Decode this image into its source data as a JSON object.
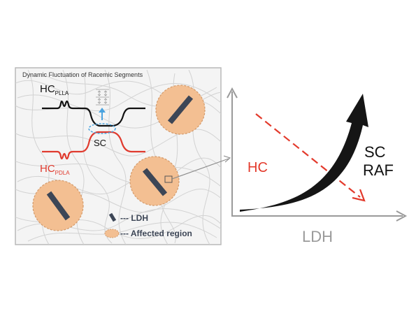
{
  "panel": {
    "title": "Dynamic Fluctuation of Racemic Segments",
    "hc_plla_main": "HC",
    "hc_plla_sub": "PLLA",
    "hc_pdla_main": "HC",
    "hc_pdla_sub": "PDLA",
    "sc_label": "SC",
    "legend": {
      "ldh_label": "--- LDH",
      "affected_label": "--- Affected region"
    }
  },
  "trend": {
    "x_axis_label": "LDH",
    "hc_label": "HC",
    "sc_label": "SC",
    "raf_label": "RAF"
  },
  "colors": {
    "black_chain": "#111111",
    "red_chain": "#e03a2e",
    "region_fill": "#f3bf92",
    "region_stroke": "#d49a6a",
    "ldh_bar": "#3d4656",
    "arrow_black": "#151515",
    "dashed_red": "#e33a2c",
    "axis_gray": "#9a9a9a",
    "sc_blue": "#4aa3df"
  }
}
